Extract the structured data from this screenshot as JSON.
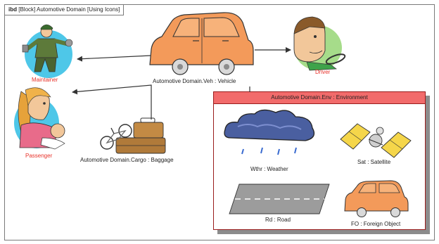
{
  "header": {
    "kind": "ibd",
    "rest": "[Block] Automotive Domain  [Using Icons]"
  },
  "nodes": {
    "vehicle": "Automotive Domain.Veh : Vehicle",
    "maintainer": "Maintainer",
    "driver": "Driver",
    "passenger": "Passenger",
    "cargo": "Automotive Domain.Cargo : Baggage"
  },
  "environment": {
    "title": "Automotive Domain.Env : Environment",
    "weather": "Wthr : Weather",
    "satellite": "Sat : Satellite",
    "road": "Rd : Road",
    "foreign_object": "FO : Foreign Object"
  },
  "colors": {
    "actor_label": "#e8322a",
    "env_header": "#f26b6b",
    "car": "#f39a5a"
  }
}
